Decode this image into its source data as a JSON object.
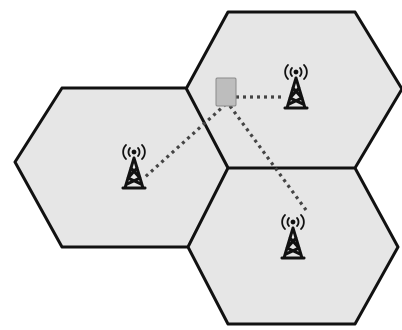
{
  "diagram": {
    "cell_fill": "#e6e6e6",
    "cell_stroke": "#111111",
    "cells": [
      {
        "name": "cell-top-right"
      },
      {
        "name": "cell-left"
      },
      {
        "name": "cell-bottom-right"
      }
    ],
    "base_stations": [
      {
        "name": "tower-icon-left",
        "icon": "cell-tower-icon"
      },
      {
        "name": "tower-icon-top-right",
        "icon": "cell-tower-icon"
      },
      {
        "name": "tower-icon-bottom-right",
        "icon": "cell-tower-icon"
      }
    ],
    "mobile_device": {
      "icon": "mobile-phone-icon",
      "fill": "#bdbdbd"
    },
    "links": [
      {
        "from": "mobile-phone-icon",
        "to": "tower-icon-top-right",
        "style": "dotted"
      },
      {
        "from": "mobile-phone-icon",
        "to": "tower-icon-left",
        "style": "dotted"
      },
      {
        "from": "mobile-phone-icon",
        "to": "tower-icon-bottom-right",
        "style": "dotted"
      }
    ]
  }
}
